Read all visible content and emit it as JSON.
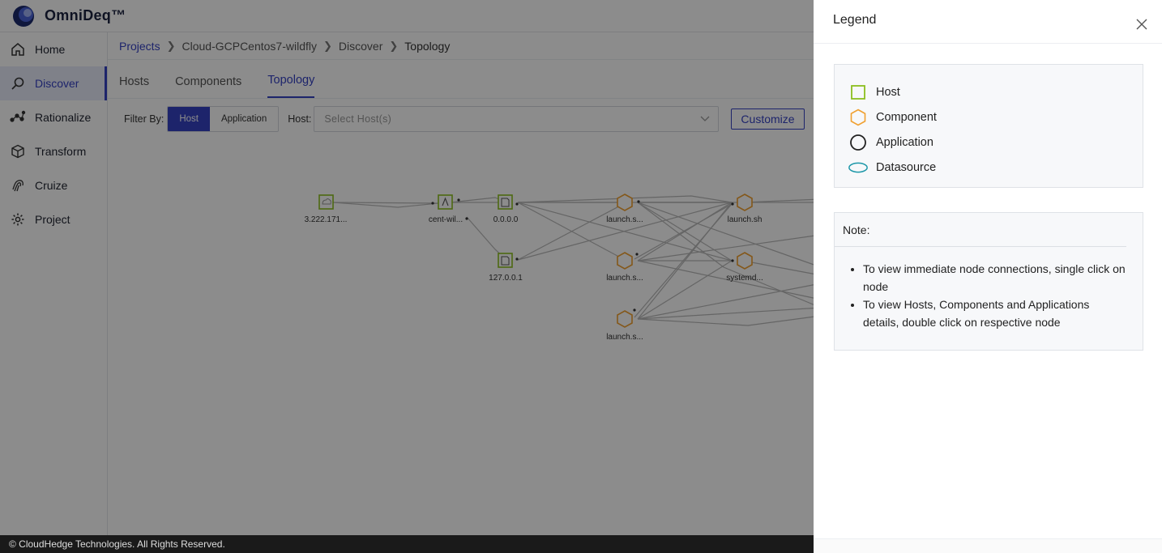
{
  "app": {
    "name": "OmniDeq™"
  },
  "sidebar": {
    "items": [
      {
        "label": "Home",
        "icon": "home-icon"
      },
      {
        "label": "Discover",
        "icon": "discover-icon"
      },
      {
        "label": "Rationalize",
        "icon": "rationalize-icon"
      },
      {
        "label": "Transform",
        "icon": "cube-icon"
      },
      {
        "label": "Cruize",
        "icon": "fingerprint-icon"
      },
      {
        "label": "Project",
        "icon": "gear-icon"
      }
    ]
  },
  "breadcrumb": [
    "Projects",
    "Cloud-GCPCentos7-wildfly",
    "Discover",
    "Topology"
  ],
  "tabs": [
    "Hosts",
    "Components",
    "Topology"
  ],
  "filter": {
    "label": "Filter By:",
    "options": [
      "Host",
      "Application"
    ],
    "host_label": "Host:",
    "host_placeholder": "Select Host(s)",
    "customize_label": "Customize"
  },
  "topology": {
    "nodes": [
      {
        "label": "3.222.171...",
        "kind": "cloud-host"
      },
      {
        "label": "cent-wil...",
        "kind": "linux-host"
      },
      {
        "label": "0.0.0.0",
        "kind": "file-host"
      },
      {
        "label": "127.0.0.1",
        "kind": "file-host"
      },
      {
        "label": "launch.s...",
        "kind": "component"
      },
      {
        "label": "launch.sh",
        "kind": "component"
      },
      {
        "label": "launch.s...",
        "kind": "component"
      },
      {
        "label": "systemd...",
        "kind": "component"
      },
      {
        "label": "launch.s...",
        "kind": "component"
      }
    ]
  },
  "footer": {
    "text": "© CloudHedge Technologies. All Rights Reserved."
  },
  "legend": {
    "title": "Legend",
    "items": [
      {
        "label": "Host",
        "shape": "square",
        "color": "#8cbf1f"
      },
      {
        "label": "Component",
        "shape": "hexagon",
        "color": "#f0a030"
      },
      {
        "label": "Application",
        "shape": "circle",
        "color": "#222222"
      },
      {
        "label": "Datasource",
        "shape": "ellipse",
        "color": "#1b97a8"
      }
    ],
    "note_title": "Note:",
    "notes": [
      "To view immediate node connections, single click on node",
      "To view Hosts, Components and Applications details, double click on respective node"
    ]
  },
  "colors": {
    "accent": "#3642c4",
    "host": "#8cbf1f",
    "component": "#f0a030",
    "datasource": "#1b97a8"
  }
}
